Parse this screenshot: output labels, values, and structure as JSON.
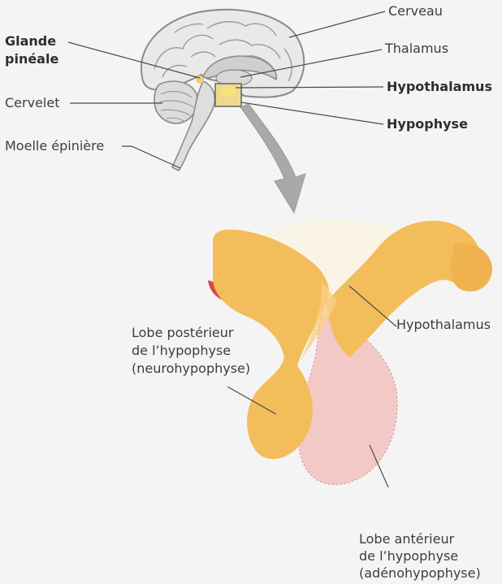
{
  "labels": {
    "cerveau": "Cerveau",
    "thalamus": "Thalamus",
    "hypothalamus_top": "Hypothalamus",
    "hypophyse_top": "Hypophyse",
    "glande": "Glande",
    "pineale": "pinéale",
    "cervelet": "Cervelet",
    "moelle": "Moelle épinière",
    "hypothalamus_bottom": "Hypothalamus",
    "lobe_post_1": "Lobe postérieur",
    "lobe_post_2": "de l’hypophyse",
    "lobe_post_3": "(neurohypophyse)",
    "lobe_ant_1": "Lobe antérieur",
    "lobe_ant_2": "de l’hypophyse",
    "lobe_ant_3": "(adénohypophyse)"
  },
  "colors": {
    "background": "#f4f4f4",
    "brain_fill": "#e9e9e9",
    "brain_stroke": "#8a8a8a",
    "neuro_orange": "#f3bd5c",
    "adeno_pink": "#f3c9c7",
    "vessel_red": "#e0434c",
    "arrow_gray": "#a9a9a9",
    "leader": "#4a4a4a"
  }
}
